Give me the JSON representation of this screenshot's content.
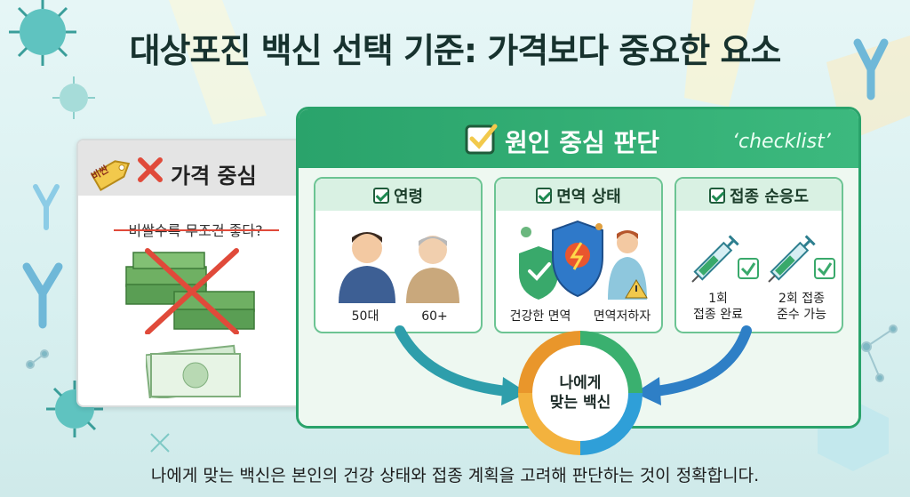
{
  "title": "대상포진 백신 선택 기준: 가격보다 중요한 요소",
  "price_card": {
    "tag": "비싼",
    "heading": "가격 중심",
    "question": "비쌀수록 무조건 좋다?"
  },
  "checklist_card": {
    "heading": "원인 중심 판단",
    "tag": "‘checklist’",
    "panels": [
      {
        "title": "연령",
        "captions": [
          "50대",
          "60+"
        ]
      },
      {
        "title": "면역 상태",
        "captions": [
          "건강한 면역",
          "면역저하자"
        ]
      },
      {
        "title": "접종 순응도",
        "captions": [
          "1회\n접종 완료",
          "2회 접종\n준수 가능"
        ]
      }
    ],
    "center": "나에게\n맞는 백신"
  },
  "footer": "나에게 맞는 백신은 본인의 건강 상태와 접종 계획을 고려해 판단하는 것이 정확합니다.",
  "colors": {
    "accent_green": "#2aa36b",
    "cross_red": "#e04a3a",
    "money_green": "#5a9e54"
  }
}
